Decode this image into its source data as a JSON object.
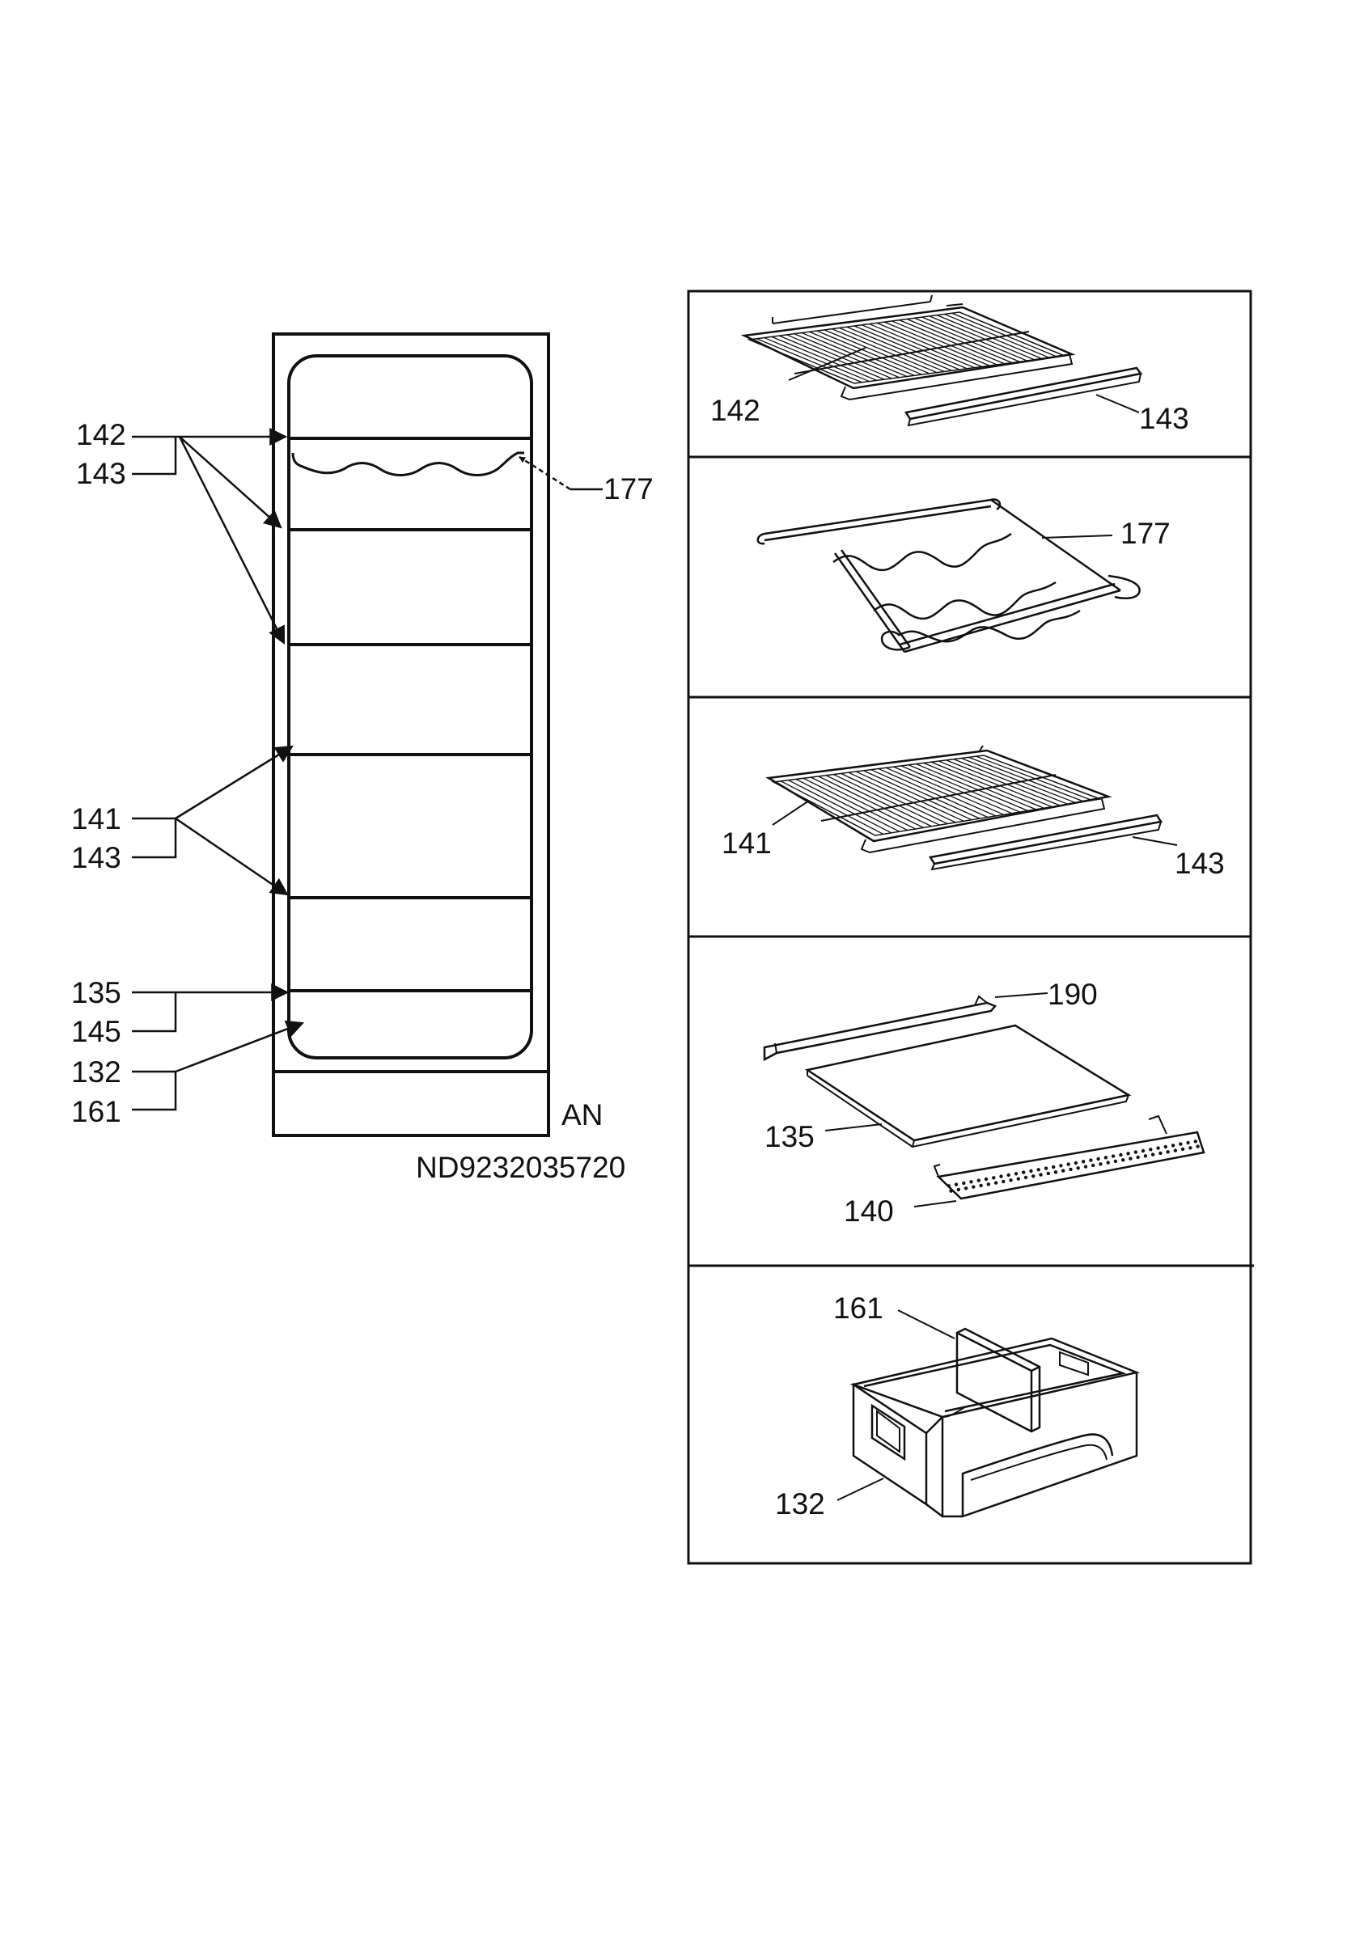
{
  "overview": {
    "callouts_left": {
      "c142": "142",
      "c143a": "143",
      "c141": "141",
      "c143b": "143",
      "c135": "135",
      "c145": "145",
      "c132": "132",
      "c161": "161"
    },
    "callout_177": "177",
    "variant_code": "AN",
    "drawing_number": "ND9232035720"
  },
  "panels": {
    "p1": {
      "label_a": "142",
      "label_b": "143"
    },
    "p2": {
      "label_a": "177"
    },
    "p3": {
      "label_a": "141",
      "label_b": "143"
    },
    "p4": {
      "label_a": "190",
      "label_b": "135",
      "label_c": "140"
    },
    "p5": {
      "label_a": "161",
      "label_b": "132"
    }
  }
}
